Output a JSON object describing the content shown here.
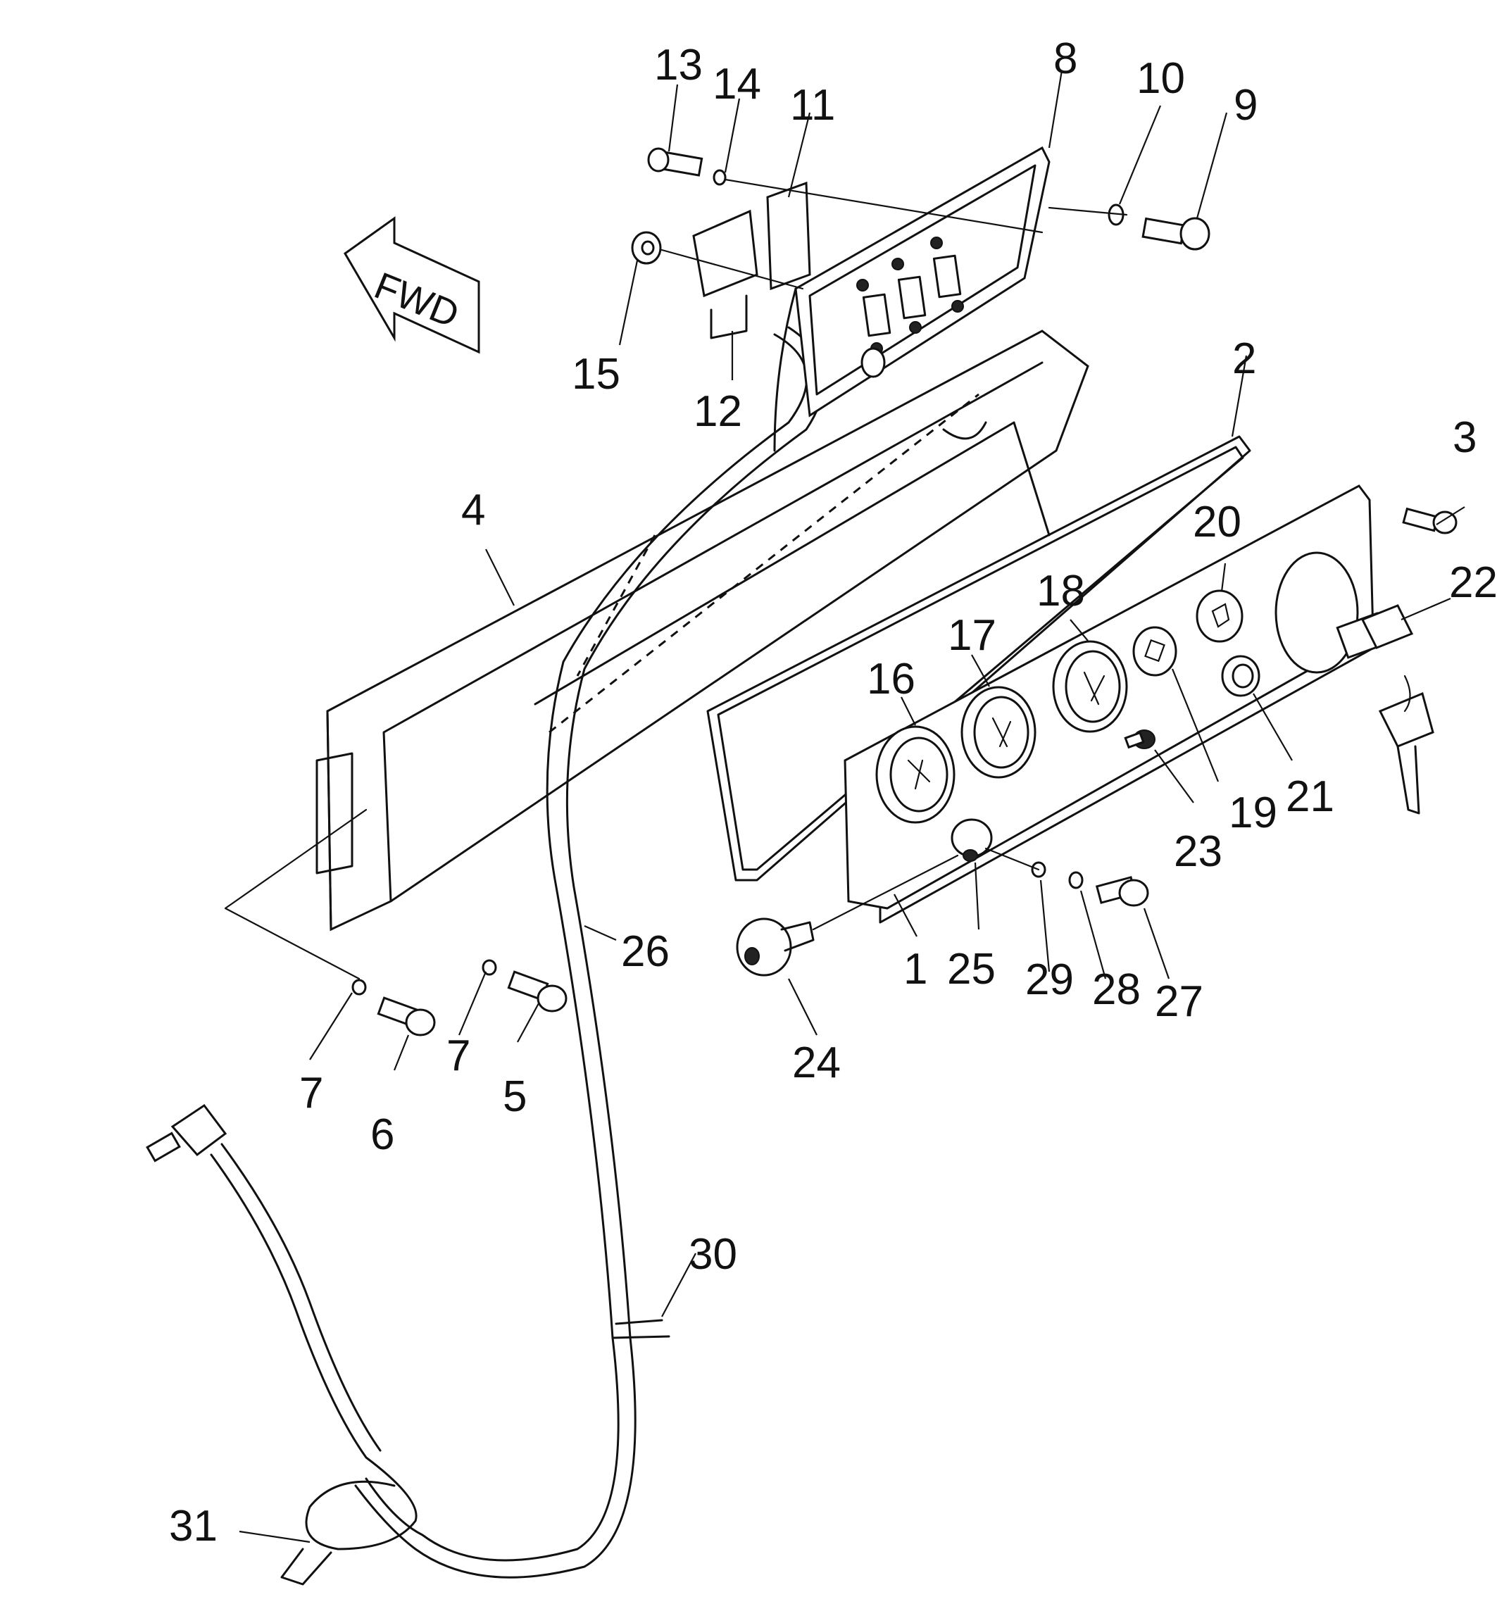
{
  "direction_label": "FWD",
  "callouts": [
    "1",
    "2",
    "3",
    "4",
    "5",
    "6",
    "7",
    "7",
    "8",
    "9",
    "10",
    "11",
    "12",
    "13",
    "14",
    "15",
    "16",
    "17",
    "18",
    "19",
    "20",
    "21",
    "22",
    "23",
    "24",
    "25",
    "26",
    "27",
    "28",
    "29",
    "30",
    "31"
  ]
}
